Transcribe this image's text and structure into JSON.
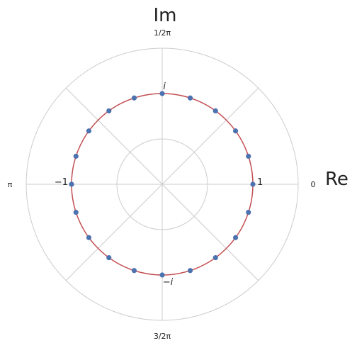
{
  "chart_data": {
    "type": "scatter",
    "projection": "polar",
    "axis_titles": {
      "real": "Re",
      "imaginary": "Im"
    },
    "angle_tick_labels": [
      {
        "angle_rad": 0,
        "label": "0"
      },
      {
        "angle_rad": 1.5708,
        "label": "1/2π"
      },
      {
        "angle_rad": 3.1416,
        "label": "π"
      },
      {
        "angle_rad": 4.7124,
        "label": "3/2π"
      }
    ],
    "value_labels": [
      {
        "x": 1,
        "y": 0,
        "label": "1"
      },
      {
        "x": 0,
        "y": 1,
        "label": "i"
      },
      {
        "x": -1,
        "y": 0,
        "label": "−1"
      },
      {
        "x": 0,
        "y": -1,
        "label": "−i"
      }
    ],
    "radial_range": [
      0,
      1.5
    ],
    "radial_gridlines": [
      0.5,
      1.0,
      1.5
    ],
    "angular_gridline_step_deg": 45,
    "unit_circle": {
      "radius": 1,
      "color": "#c44e52"
    },
    "points": {
      "count": 20,
      "radius": 1,
      "angles_deg": [
        0,
        18,
        36,
        54,
        72,
        90,
        108,
        126,
        144,
        162,
        180,
        198,
        216,
        234,
        252,
        270,
        288,
        306,
        324,
        342
      ],
      "color": "#4c72b0"
    },
    "grid": true,
    "legend": "none"
  }
}
